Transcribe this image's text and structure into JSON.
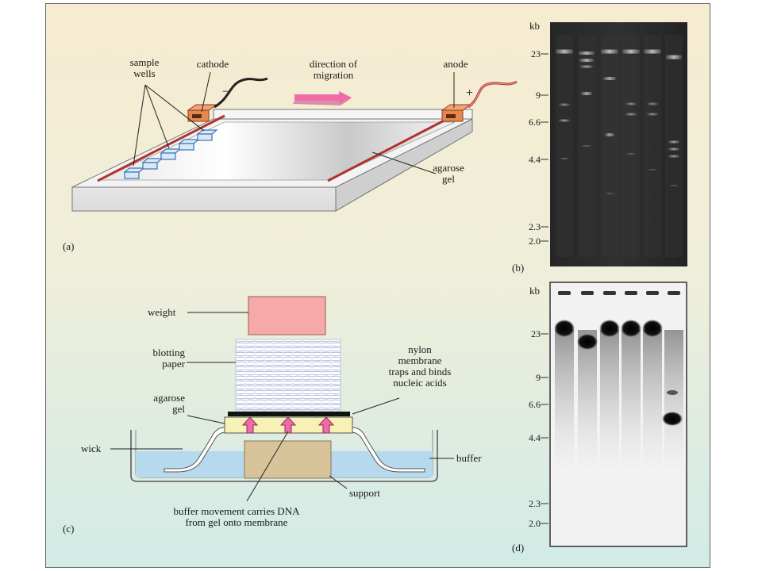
{
  "panel_a": {
    "letter": "(a)",
    "sample_wells": "sample\nwells",
    "cathode": "cathode",
    "cathode_sign": "–",
    "direction": "direction of\nmigration",
    "anode": "anode",
    "anode_sign": "+",
    "agarose_gel": "agarose\ngel"
  },
  "panel_b": {
    "letter": "(b)",
    "unit": "kb",
    "ticks": [
      "23",
      "9",
      "6.6",
      "4.4",
      "2.3",
      "2.0"
    ]
  },
  "panel_c": {
    "letter": "(c)",
    "weight": "weight",
    "blotting_paper": "blotting\npaper",
    "agarose_gel": "agarose\ngel",
    "nylon": "nylon\nmembrane\ntraps and binds\nnucleic acids",
    "wick": "wick",
    "buffer": "buffer",
    "support": "support",
    "buffer_movement": "buffer movement carries DNA\nfrom gel onto membrane"
  },
  "panel_d": {
    "letter": "(d)",
    "unit": "kb",
    "ticks": [
      "23",
      "9",
      "6.6",
      "4.4",
      "2.3",
      "2.0"
    ]
  },
  "colors": {
    "background_top": "#f6ecd0",
    "background_bottom": "#d3ebe6",
    "electrode": "#e7874e",
    "wire": "#b0332c",
    "arrow": "#f06aa7",
    "weight_block": "#f6a9a7",
    "gel_yellow": "#f8f1b5",
    "buffer": "#b6d9ee",
    "support": "#d9c39a"
  }
}
